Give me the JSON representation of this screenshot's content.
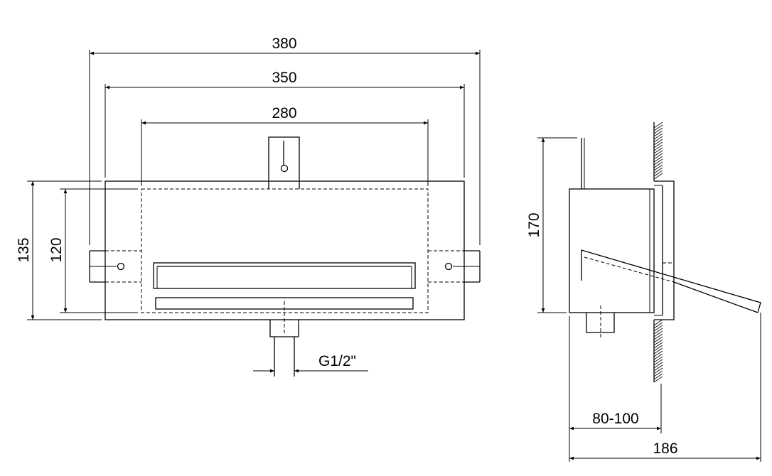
{
  "front_view": {
    "dims": {
      "overall_width": "380",
      "mount_width": "350",
      "inner_width": "280",
      "overall_height": "135",
      "inner_height": "120",
      "thread": "G1/2\""
    }
  },
  "side_view": {
    "dims": {
      "height": "170",
      "wall_range": "80-100",
      "depth": "186"
    }
  }
}
